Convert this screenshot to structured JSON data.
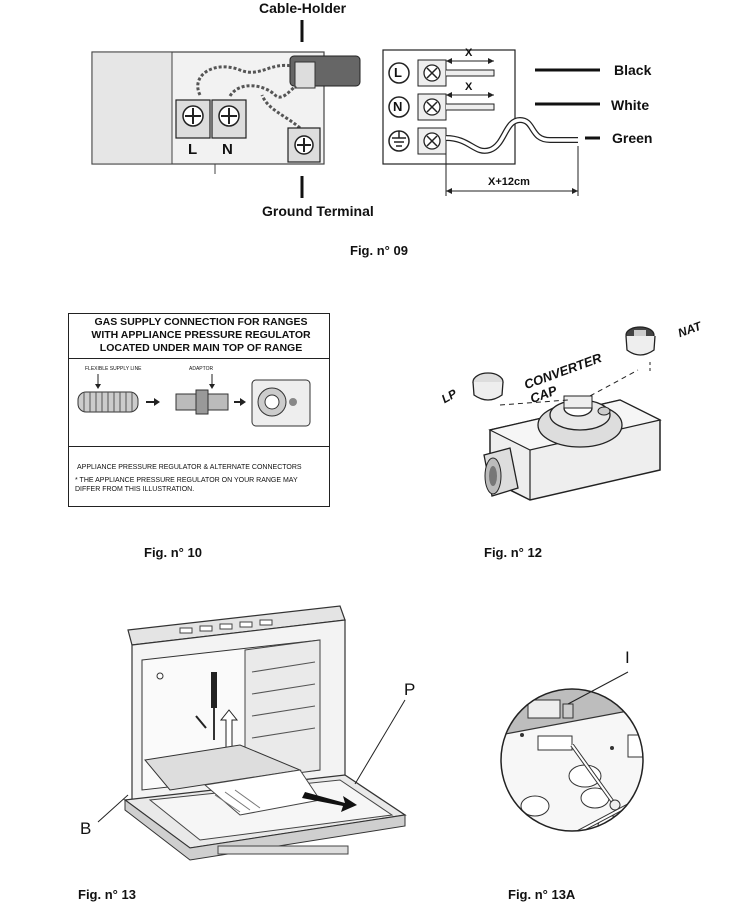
{
  "fig09": {
    "cable_holder": "Cable-Holder",
    "ground_terminal": "Ground Terminal",
    "terminal_L": "L",
    "terminal_N": "N",
    "circle_L": "L",
    "circle_N": "N",
    "dim_x1": "X",
    "dim_x2": "X",
    "dim_x12": "X+12cm",
    "wire_black": "Black",
    "wire_white": "White",
    "wire_green": "Green",
    "caption": "Fig. n° 09"
  },
  "fig10": {
    "heading": "GAS SUPPLY CONNECTION FOR RANGES WITH APPLIANCE PRESSURE REGULATOR LOCATED UNDER MAIN TOP OF RANGE",
    "flex_label": "FLEXIBLE SUPPLY LINE",
    "adaptor_label": "ADAPTOR",
    "footer_line1": "APPLIANCE PRESSURE REGULATOR & ALTERNATE CONNECTORS",
    "footer_line2": "* THE APPLIANCE PRESSURE REGULATOR ON YOUR RANGE MAY DIFFER FROM THIS ILLUSTRATION.",
    "caption": "Fig. n° 10"
  },
  "fig12": {
    "lp": "LP",
    "converter": "CONVERTER",
    "cap": "CAP",
    "nat": "NAT",
    "caption": "Fig. n° 12"
  },
  "fig13": {
    "label_p": "P",
    "label_b": "B",
    "caption": "Fig. n° 13"
  },
  "fig13a": {
    "label_i": "I",
    "caption": "Fig. n° 13A"
  }
}
